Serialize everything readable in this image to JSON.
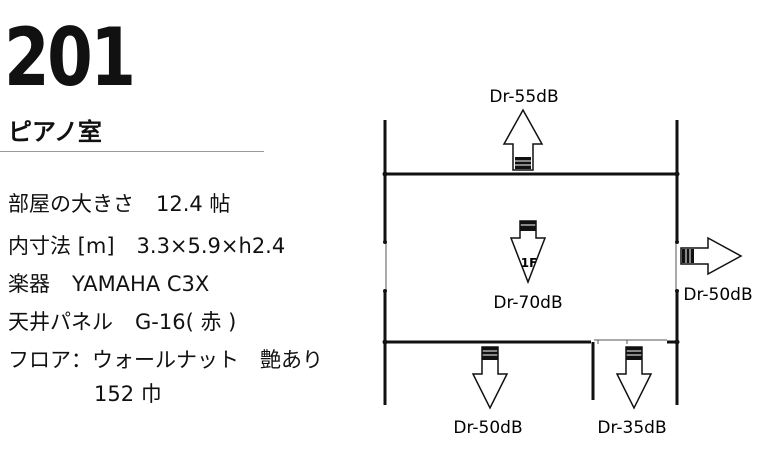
{
  "room": {
    "number": "201",
    "name": "ピアノ室"
  },
  "specs": [
    {
      "label": "部屋の大きさ",
      "value": "12.4 帖"
    },
    {
      "label": "内寸法 [m]",
      "value": "3.3×5.9×h2.4"
    },
    {
      "label": "楽器",
      "value": "YAMAHA C3X"
    },
    {
      "label": "天井パネル",
      "value": "G-16( 赤 )"
    },
    {
      "label": "フロア：",
      "value": "ウォールナット　艶あり"
    }
  ],
  "floor_sub": "152 巾",
  "plan": {
    "floor": "1F",
    "labels": {
      "top": "Dr-55dB",
      "center": "Dr-70dB",
      "right": "Dr-50dB",
      "bottom_left": "Dr-50dB",
      "bottom_right": "Dr-35dB"
    }
  }
}
